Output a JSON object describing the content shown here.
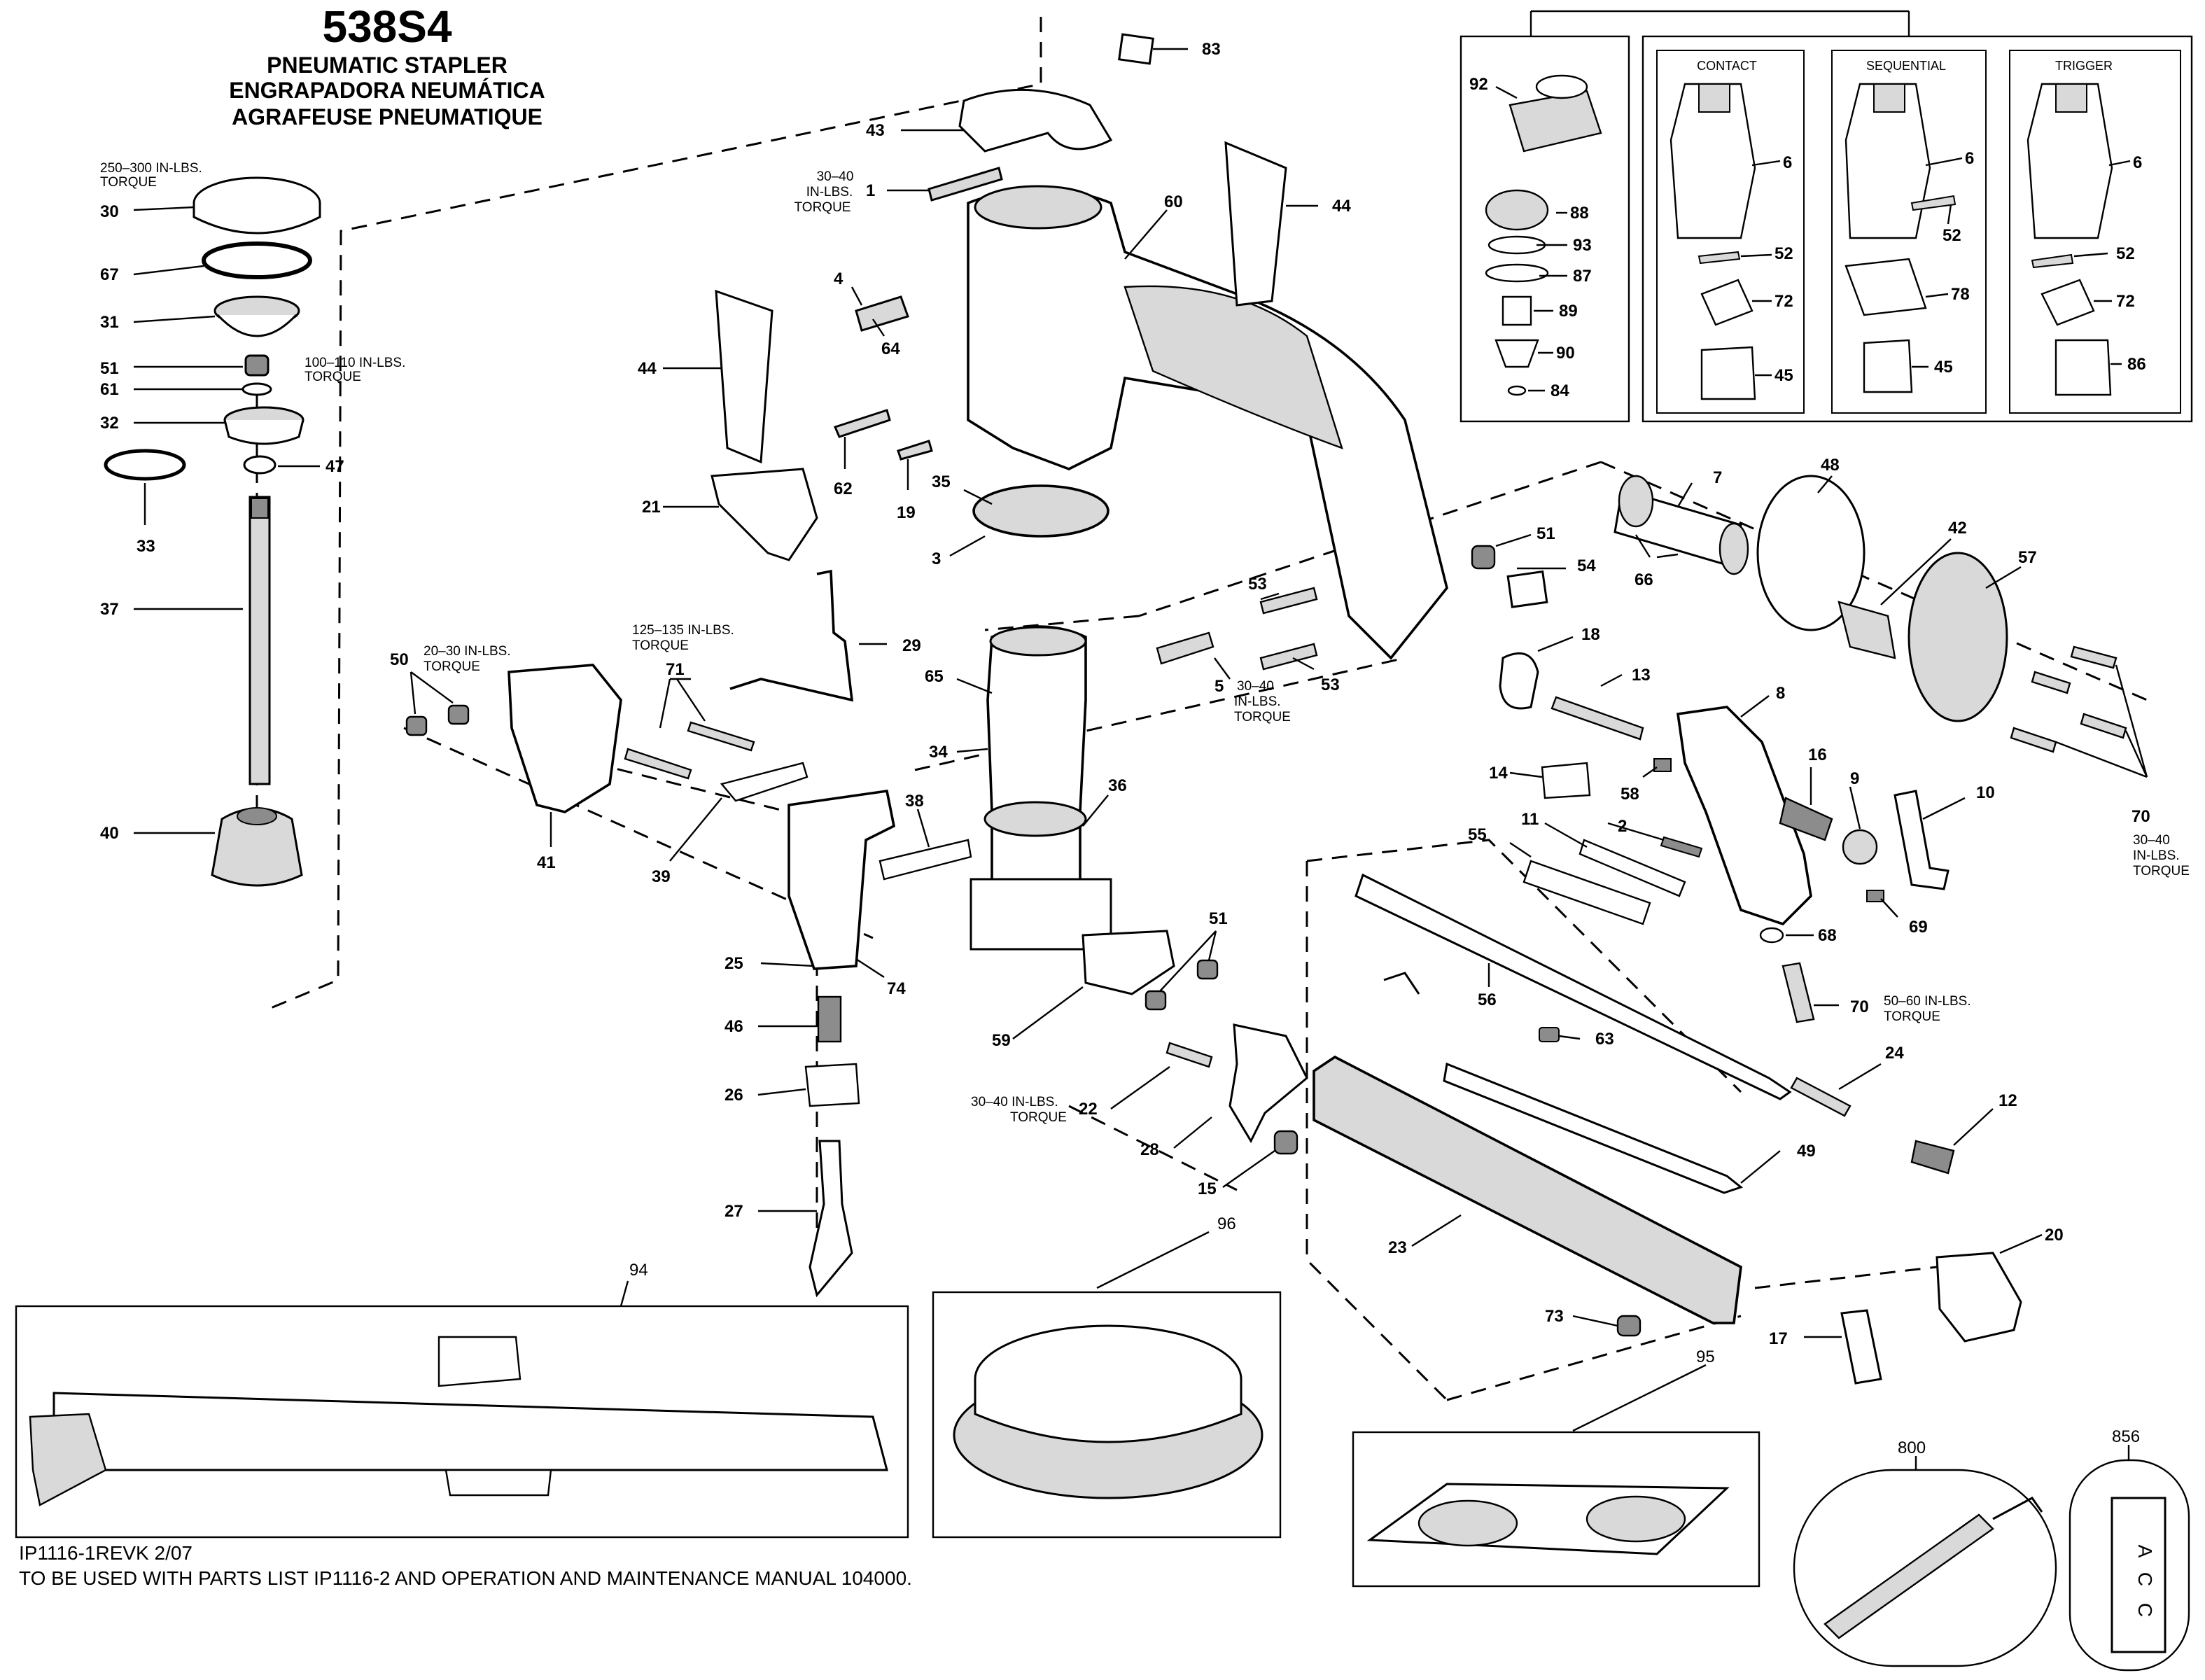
{
  "header": {
    "model": "538S4",
    "name_en": "PNEUMATIC STAPLER",
    "name_es": "ENGRAPADORA NEUMÁTICA",
    "name_fr": "AGRAFEUSE PNEUMATIQUE"
  },
  "inset": {
    "contact": "CONTACT",
    "sequential": "SEQUENTIAL",
    "trigger": "TRIGGER"
  },
  "torque": {
    "t30_a": "250–300 IN-LBS.",
    "t30_b": "TORQUE",
    "t51_a": "100–110 IN-LBS.",
    "t51_b": "TORQUE",
    "t1_a": "30–40",
    "t1_b": "IN-LBS.",
    "t1_c": "TORQUE",
    "t50_a": "20–30 IN-LBS.",
    "t50_b": "TORQUE",
    "t71_a": "125–135 IN-LBS.",
    "t71_b": "TORQUE",
    "t5_a": "30–40",
    "t5_b": "IN-LBS.",
    "t5_c": "TORQUE",
    "t70r_a": "30–40",
    "t70r_b": "IN-LBS.",
    "t70r_c": "TORQUE",
    "t70_a": "50–60 IN-LBS.",
    "t70_b": "TORQUE",
    "t22_a": "30–40 IN-LBS.",
    "t22_b": "TORQUE"
  },
  "callouts": {
    "c30": "30",
    "c67": "67",
    "c31": "31",
    "c51a": "51",
    "c61": "61",
    "c32": "32",
    "c47": "47",
    "c33": "33",
    "c37": "37",
    "c40": "40",
    "c83": "83",
    "c43": "43",
    "c1": "1",
    "c60": "60",
    "c44a": "44",
    "c44b": "44",
    "c4": "4",
    "c64": "64",
    "c62": "62",
    "c19": "19",
    "c35": "35",
    "c3": "3",
    "c21": "21",
    "c92": "92",
    "c88": "88",
    "c93": "93",
    "c87": "87",
    "c89": "89",
    "c90": "90",
    "c84": "84",
    "c6a": "6",
    "c52a": "52",
    "c72a": "72",
    "c45a": "45",
    "c6b": "6",
    "c52b": "52",
    "c78": "78",
    "c45b": "45",
    "c6c": "6",
    "c52c": "52",
    "c72b": "72",
    "c86": "86",
    "c7": "7",
    "c48": "48",
    "c42": "42",
    "c57": "57",
    "c66": "66",
    "c51b": "51",
    "c54": "54",
    "c53a": "53",
    "c53b": "53",
    "c5": "5",
    "c18": "18",
    "c13": "13",
    "c8": "8",
    "c14": "14",
    "c58": "58",
    "c2": "2",
    "c16": "16",
    "c9": "9",
    "c10": "10",
    "c11": "11",
    "c55": "55",
    "c69": "69",
    "c68": "68",
    "c70a": "70",
    "c70b": "70",
    "c29": "29",
    "c71": "71",
    "c50": "50",
    "c41": "41",
    "c39": "39",
    "c65": "65",
    "c34": "34",
    "c36": "36",
    "c38": "38",
    "c25": "25",
    "c74": "74",
    "c46": "46",
    "c26": "26",
    "c27": "27",
    "c59": "59",
    "c51c": "51",
    "c22": "22",
    "c28": "28",
    "c15": "15",
    "c63": "63",
    "c56": "56",
    "c24": "24",
    "c12": "12",
    "c49": "49",
    "c23": "23",
    "c20": "20",
    "c17": "17",
    "c73": "73",
    "c94": "94",
    "c96": "96",
    "c95": "95",
    "c800": "800",
    "c856": "856"
  },
  "kit_letters": [
    "A",
    "C",
    "C"
  ],
  "footer": {
    "line1": "IP1116-1REVK 2/07",
    "line2": "TO BE USED WITH PARTS LIST IP1116-2 AND OPERATION AND MAINTENANCE MANUAL 104000."
  }
}
